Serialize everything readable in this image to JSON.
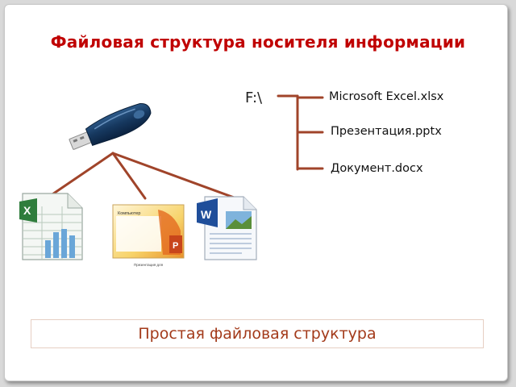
{
  "title": "Файловая структура носителя информации",
  "root": "F:\\",
  "files": [
    {
      "label": "Microsoft Excel.xlsx",
      "icon": "excel-file-icon"
    },
    {
      "label": "Презентация.pptx",
      "icon": "powerpoint-file-icon"
    },
    {
      "label": "Документ.docx",
      "icon": "word-file-icon"
    }
  ],
  "ppt_thumb_title": "Компьютер",
  "ppt_thumb_footer": "Презентация для",
  "caption": "Простая файловая структура",
  "colors": {
    "title": "#c00000",
    "connector": "#a0442a",
    "caption": "#a33a1a"
  }
}
